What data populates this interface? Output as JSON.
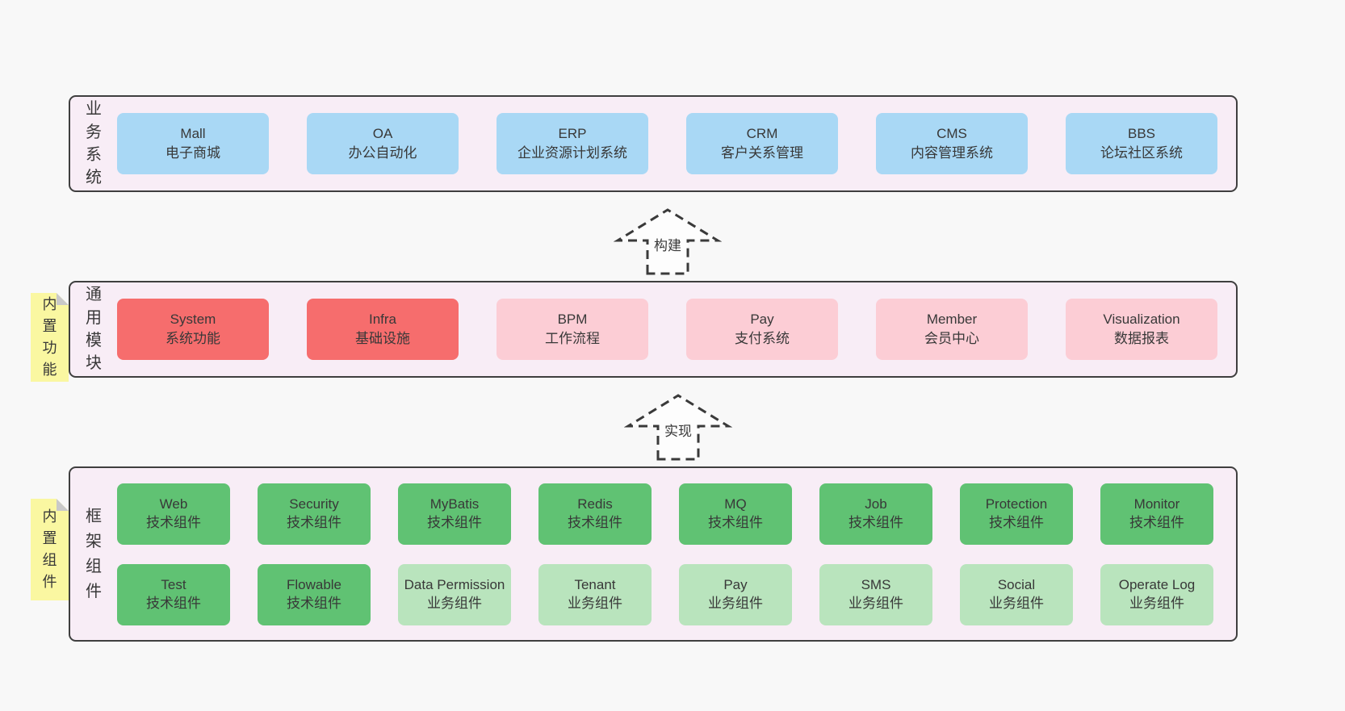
{
  "colors": {
    "page-bg": "#f8f8f8",
    "layer-bg": "#f8edf6",
    "border": "#3f3f3f",
    "text": "#383838",
    "blue": "#a9d8f5",
    "red": "#f66d6d",
    "pink": "#fccdd5",
    "green": "#60c273",
    "lightgreen": "#b9e4bd",
    "tag-bg": "#faf7a1",
    "tag-fold": "#c9c9c9",
    "arrow-fill": "#fdfdfd",
    "arrow-stroke": "#3a3a3a"
  },
  "arrows": {
    "build": "构建",
    "implement": "实现"
  },
  "layers": {
    "business": {
      "label": "业务系统",
      "boxes": [
        {
          "title": "Mall",
          "subtitle": "电子商城"
        },
        {
          "title": "OA",
          "subtitle": "办公自动化"
        },
        {
          "title": "ERP",
          "subtitle": "企业资源计划系统"
        },
        {
          "title": "CRM",
          "subtitle": "客户关系管理"
        },
        {
          "title": "CMS",
          "subtitle": "内容管理系统"
        },
        {
          "title": "BBS",
          "subtitle": "论坛社区系统"
        }
      ]
    },
    "modules": {
      "label": "通用模块",
      "tag": "内置功能",
      "boxes": [
        {
          "title": "System",
          "subtitle": "系统功能",
          "variant": "red"
        },
        {
          "title": "Infra",
          "subtitle": "基础设施",
          "variant": "red"
        },
        {
          "title": "BPM",
          "subtitle": "工作流程",
          "variant": "pink"
        },
        {
          "title": "Pay",
          "subtitle": "支付系统",
          "variant": "pink"
        },
        {
          "title": "Member",
          "subtitle": "会员中心",
          "variant": "pink"
        },
        {
          "title": "Visualization",
          "subtitle": "数据报表",
          "variant": "pink"
        }
      ]
    },
    "components": {
      "label": "框架组件",
      "tag": "内置组件",
      "rows": [
        [
          {
            "title": "Web",
            "subtitle": "技术组件",
            "variant": "green"
          },
          {
            "title": "Security",
            "subtitle": "技术组件",
            "variant": "green"
          },
          {
            "title": "MyBatis",
            "subtitle": "技术组件",
            "variant": "green"
          },
          {
            "title": "Redis",
            "subtitle": "技术组件",
            "variant": "green"
          },
          {
            "title": "MQ",
            "subtitle": "技术组件",
            "variant": "green"
          },
          {
            "title": "Job",
            "subtitle": "技术组件",
            "variant": "green"
          },
          {
            "title": "Protection",
            "subtitle": "技术组件",
            "variant": "green"
          },
          {
            "title": "Monitor",
            "subtitle": "技术组件",
            "variant": "green"
          }
        ],
        [
          {
            "title": "Test",
            "subtitle": "技术组件",
            "variant": "green"
          },
          {
            "title": "Flowable",
            "subtitle": "技术组件",
            "variant": "green"
          },
          {
            "title": "Data Permission",
            "subtitle": "业务组件",
            "variant": "lightgreen"
          },
          {
            "title": "Tenant",
            "subtitle": "业务组件",
            "variant": "lightgreen"
          },
          {
            "title": "Pay",
            "subtitle": "业务组件",
            "variant": "lightgreen"
          },
          {
            "title": "SMS",
            "subtitle": "业务组件",
            "variant": "lightgreen"
          },
          {
            "title": "Social",
            "subtitle": "业务组件",
            "variant": "lightgreen"
          },
          {
            "title": "Operate Log",
            "subtitle": "业务组件",
            "variant": "lightgreen"
          }
        ]
      ]
    }
  }
}
